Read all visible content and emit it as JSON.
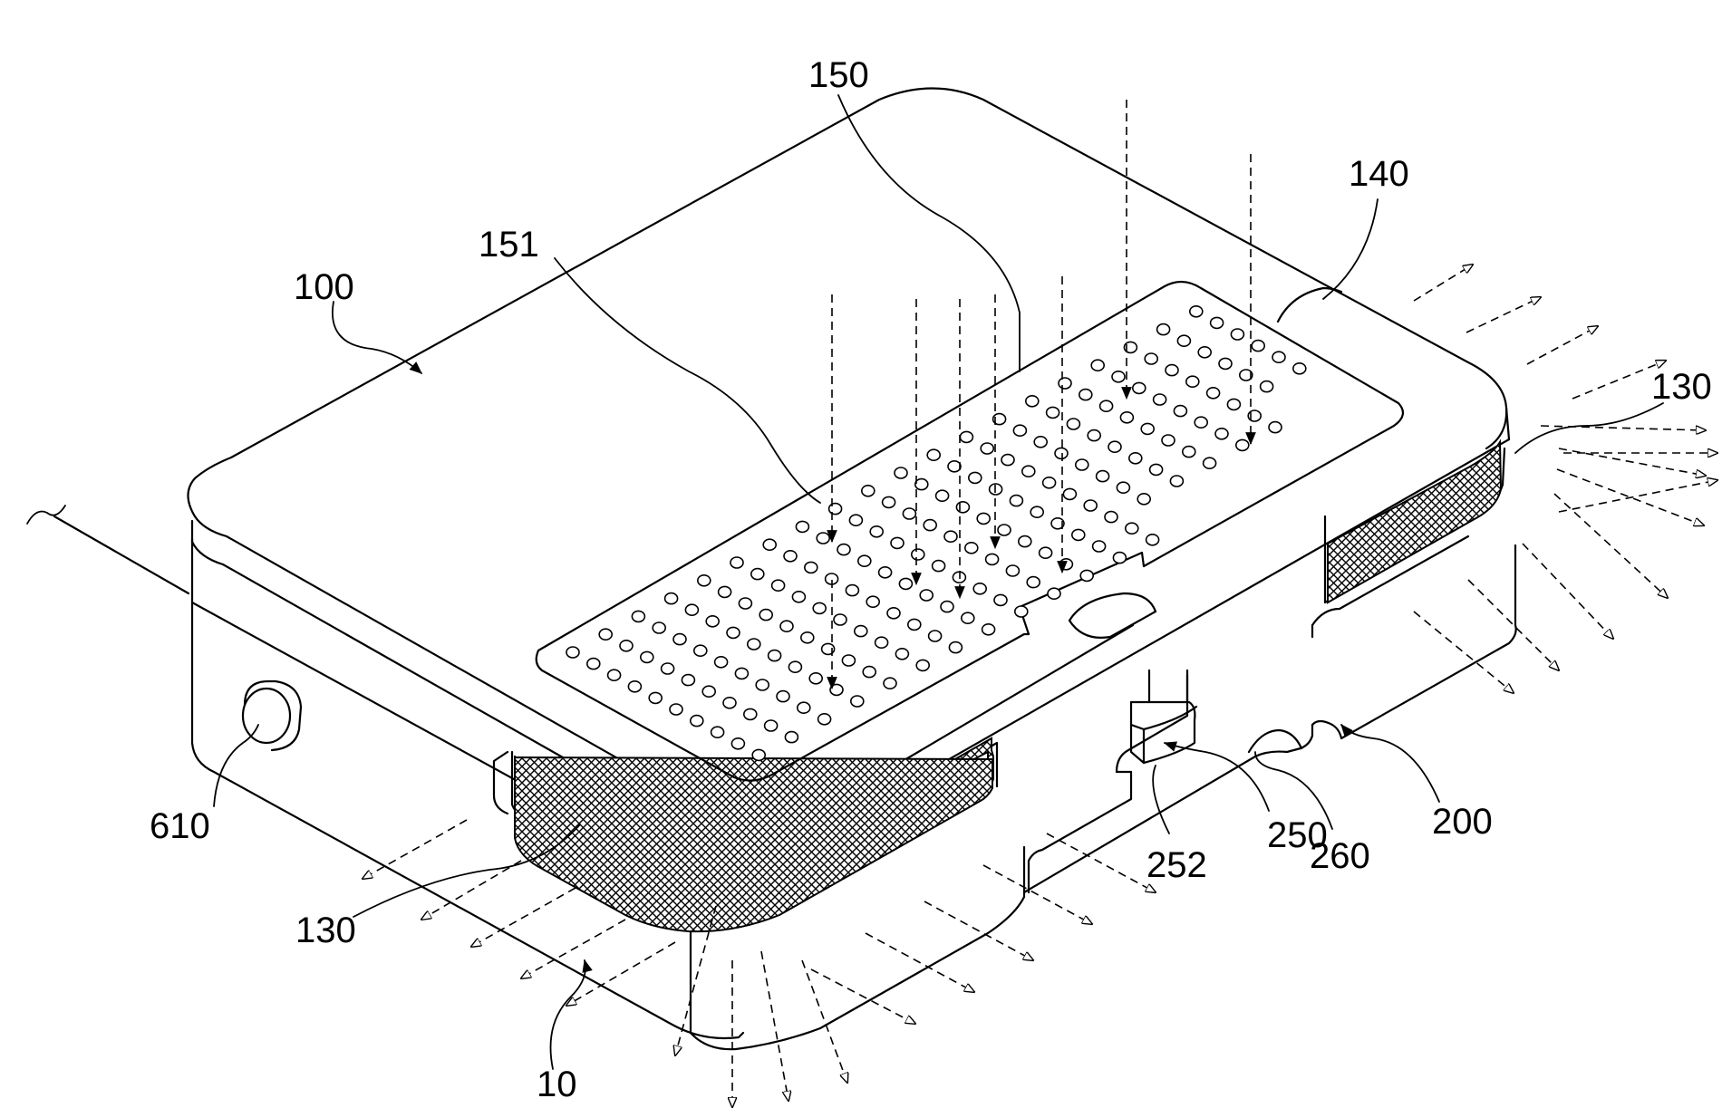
{
  "figure": {
    "labels": {
      "l10": "10",
      "l100": "100",
      "l130_left": "130",
      "l130_right": "130",
      "l140": "140",
      "l150": "150",
      "l151": "151",
      "l200": "200",
      "l250": "250",
      "l252": "252",
      "l260": "260",
      "l610": "610"
    }
  }
}
